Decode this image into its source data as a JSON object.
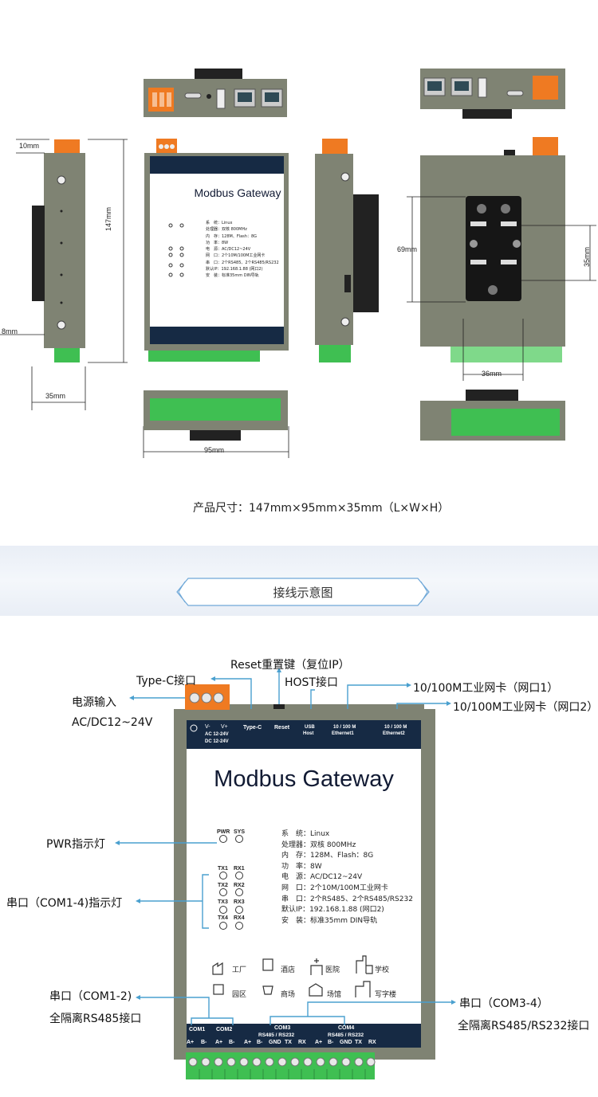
{
  "dimensions": {
    "top_width": "10mm",
    "side_height": "147mm",
    "side_offset": "8mm",
    "side_depth": "35mm",
    "front_width": "95mm",
    "rail_height": "69mm",
    "rail_inner": "35mm",
    "rail_width": "36mm"
  },
  "product_size": "产品尺寸：147mm×95mm×35mm（L×W×H）",
  "section_title": "接线示意图",
  "device": {
    "name": "Modbus Gateway",
    "header": {
      "vminus": "V-",
      "vplus": "V+",
      "ac": "AC 12-24V",
      "dc": "DC 12-24V",
      "typec": "Type-C",
      "reset": "Reset",
      "usb": "USB",
      "host": "Host",
      "eth1_line1": "10 / 100 M",
      "eth1_line2": "Ethernet1",
      "eth2_line1": "10 / 100 M",
      "eth2_line2": "Ethernet2"
    },
    "leds": {
      "pwr": "PWR",
      "sys": "SYS",
      "tx1": "TX1",
      "rx1": "RX1",
      "tx2": "TX2",
      "rx2": "RX2",
      "tx3": "TX3",
      "rx3": "RX3",
      "tx4": "TX4",
      "rx4": "RX4"
    },
    "specs": [
      "系　统：Linux",
      "处理器：双核 800MHz",
      "内　存：128M、Flash：8G",
      "功　率：8W",
      "电　源：AC/DC12~24V",
      "网　口：2个10M/100M工业网卡",
      "串　口：2个RS485、2个RS485/RS232",
      "默认IP：192.168.1.88 (网口2)",
      "安　装：标准35mm DIN导轨"
    ],
    "apps": [
      "工厂",
      "酒店",
      "医院",
      "学校",
      "园区",
      "商场",
      "场馆",
      "写字楼"
    ],
    "bottom": {
      "com1": "COM1",
      "com2": "COM2",
      "com3": "COM3",
      "com4": "COM4",
      "rs": "RS485 / RS232",
      "a": "A+",
      "b": "B-",
      "gnd": "GND",
      "tx": "TX",
      "rx": "RX"
    }
  },
  "callouts": {
    "power1": "电源输入",
    "power2": "AC/DC12~24V",
    "typec": "Type-C接口",
    "reset": "Reset重置键（复位IP）",
    "host": "HOST接口",
    "eth1": "10/100M工业网卡（网口1）",
    "eth2": "10/100M工业网卡（网口2）",
    "pwr": "PWR指示灯",
    "com_led": "串口（COM1-4)指示灯",
    "com12_1": "串口（COM1-2)",
    "com12_2": "全隔离RS485接口",
    "com34_1": "串口（COM3-4）",
    "com34_2": "全隔离RS485/RS232接口"
  },
  "colors": {
    "header": "#162a44",
    "shell": "#7f8373",
    "terminal_green": "#3fbf52",
    "terminal_orange": "#ef7a22",
    "wire": "#4aa0cf"
  }
}
